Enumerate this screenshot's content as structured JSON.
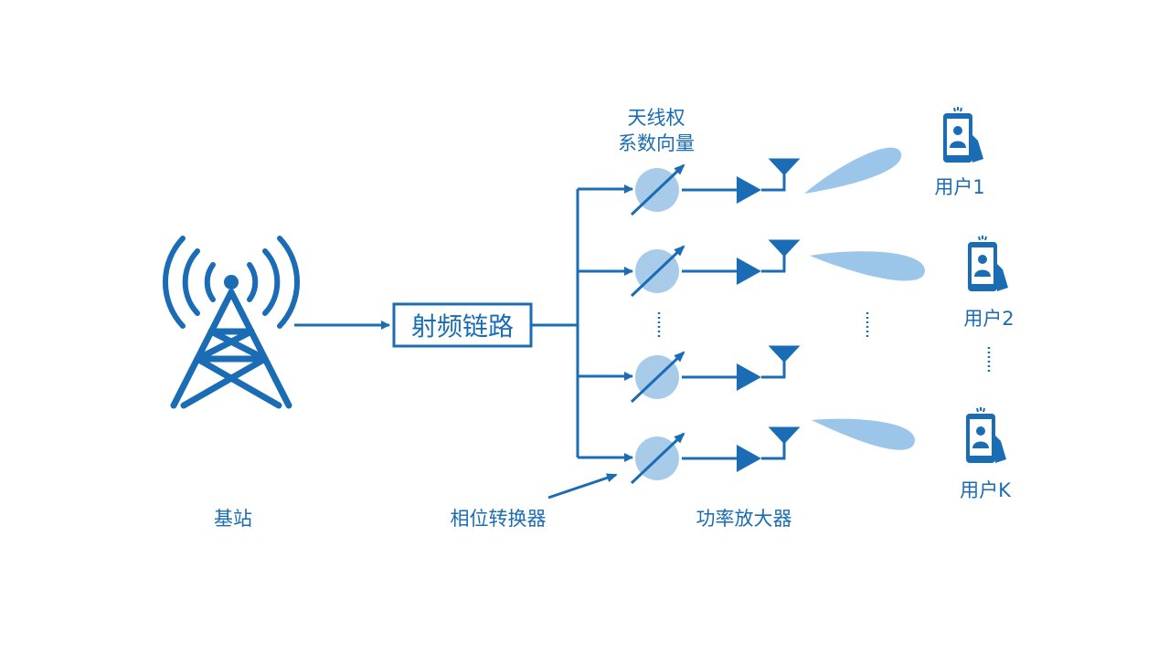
{
  "colors": {
    "primary": "#1a6cb4",
    "light": "#a9cbea",
    "beam": "#9cc5ea",
    "text": "#1a6cb4",
    "white": "#ffffff"
  },
  "labels": {
    "base_station": "基站",
    "rf_chain": "射频链路",
    "weight_vector_line1": "天线权",
    "weight_vector_line2": "系数向量",
    "phase_shifter": "相位转换器",
    "power_amplifier": "功率放大器",
    "user_1": "用户1",
    "user_2": "用户2",
    "user_k": "用户K"
  },
  "icons": {
    "base_station": "radio-tower-icon",
    "phase_shifter": "phase-shifter-icon",
    "amplifier": "amplifier-triangle-icon",
    "antenna": "antenna-icon",
    "user": "smartphone-user-icon"
  }
}
